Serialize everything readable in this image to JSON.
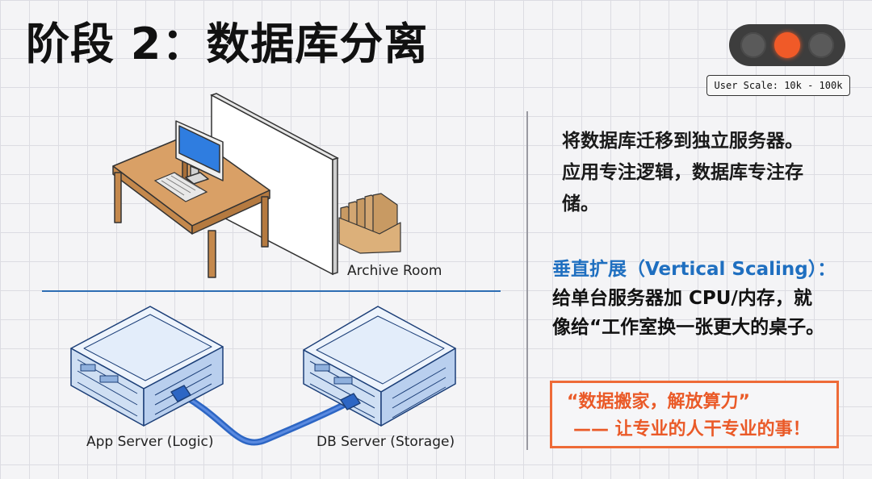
{
  "title": "阶段 2：数据库分离",
  "status": {
    "traffic_light_active": "red",
    "user_scale": "User Scale: 10k - 100k"
  },
  "illustration": {
    "archive_label": "Archive Room",
    "app_server_label": "App Server (Logic)",
    "db_server_label": "DB Server (Storage)"
  },
  "description": {
    "line1": "将数据库迁移到独立服务器。",
    "line2": "应用专注逻辑，数据库专注存",
    "line3": "储。"
  },
  "scaling": {
    "heading": "垂直扩展（Vertical Scaling）：",
    "line1": "给单台服务器加 CPU/内存，就",
    "line2": "像给“工作室换一张更大的桌子。"
  },
  "callout": {
    "line1": "“数据搬家，解放算力”",
    "line2": "—— 让专业的人干专业的事！"
  },
  "colors": {
    "accent_blue": "#1f6fc0",
    "accent_orange": "#ee6b38",
    "traffic_red": "#f05a28"
  }
}
